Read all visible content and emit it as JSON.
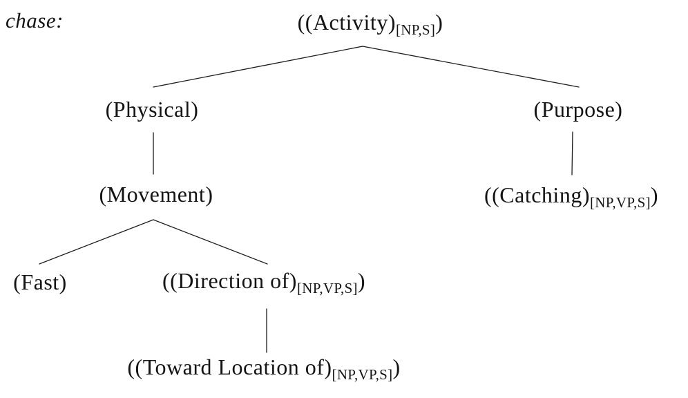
{
  "page": {
    "background_color": "#ffffff",
    "text_color": "#141414",
    "line_color": "#1c1c1c"
  },
  "lexical_entry": {
    "headword": "chase:"
  },
  "tree": {
    "nodes": {
      "activity": {
        "pre": "((Activity)",
        "sub": "[NP,S]",
        "post": ")"
      },
      "physical": {
        "pre": "(Physical)",
        "sub": "",
        "post": ""
      },
      "purpose": {
        "pre": "(Purpose)",
        "sub": "",
        "post": ""
      },
      "movement": {
        "pre": "(Movement)",
        "sub": "",
        "post": ""
      },
      "catching": {
        "pre": "((Catching)",
        "sub": "[NP,VP,S]",
        "post": ")"
      },
      "fast": {
        "pre": "(Fast)",
        "sub": "",
        "post": ""
      },
      "direction_of": {
        "pre": "((Direction of)",
        "sub": "[NP,VP,S]",
        "post": ")"
      },
      "toward_location_of": {
        "pre": "((Toward Location of)",
        "sub": "[NP,VP,S]",
        "post": ")"
      }
    },
    "edges": [
      {
        "from": "activity",
        "to": "physical"
      },
      {
        "from": "activity",
        "to": "purpose"
      },
      {
        "from": "physical",
        "to": "movement"
      },
      {
        "from": "movement",
        "to": "fast"
      },
      {
        "from": "movement",
        "to": "direction_of"
      },
      {
        "from": "direction_of",
        "to": "toward_location_of"
      },
      {
        "from": "purpose",
        "to": "catching"
      }
    ]
  }
}
